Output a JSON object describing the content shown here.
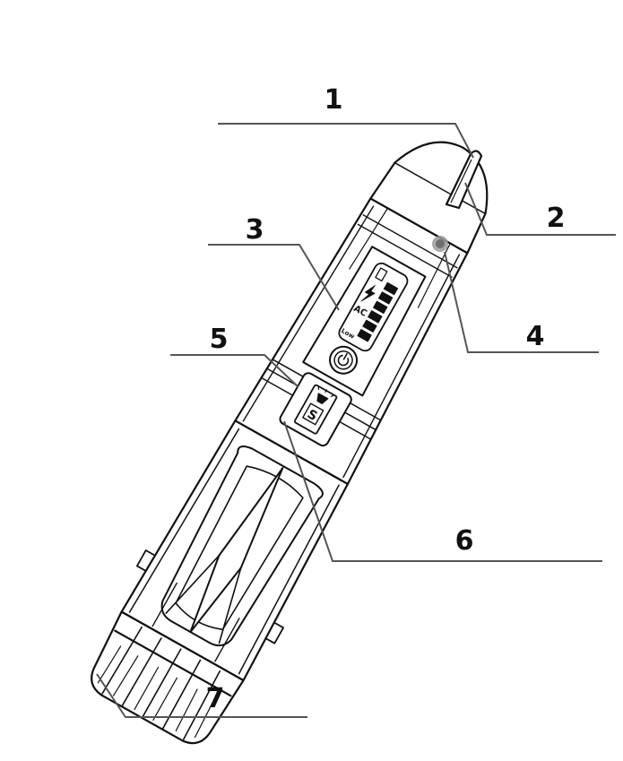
{
  "diagram": {
    "colors": {
      "outline": "#111111",
      "leader": "#555555",
      "body_fill": "#ffffff",
      "led_glow": "#9a9a9a"
    },
    "callouts": [
      {
        "id": "1",
        "label": "1"
      },
      {
        "id": "2",
        "label": "2"
      },
      {
        "id": "3",
        "label": "3"
      },
      {
        "id": "4",
        "label": "4"
      },
      {
        "id": "5",
        "label": "5"
      },
      {
        "id": "6",
        "label": "6"
      },
      {
        "id": "7",
        "label": "7"
      }
    ],
    "lcd": {
      "ac_label": "AC",
      "low_label": "Low",
      "bar_count": 6
    },
    "flashlight_button": {
      "symbol": "S"
    },
    "icons": {
      "power": "power-icon",
      "bolt": "lightning-bolt-icon",
      "battery": "battery-icon",
      "torch": "flashlight-icon"
    }
  }
}
